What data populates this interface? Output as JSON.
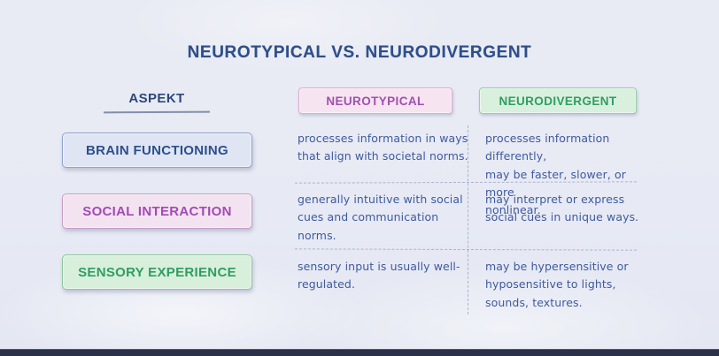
{
  "page": {
    "title": "NEUROTYPICAL VS. NEURODIVERGENT"
  },
  "colors": {
    "background": "#e9ebf4",
    "title_text": "#2f4f8b",
    "body_text": "#3f5a9e",
    "divider": "#9fabc2",
    "bottom_bar": "#2b3149",
    "neurotypical_accent": "#a14fb0",
    "neurotypical_bg": "#f7e4f1",
    "neurodivergent_accent": "#2f9e63",
    "neurodivergent_bg": "#d9f0de",
    "aspect_blue_accent": "#2d4f8c",
    "aspect_blue_bg": "#dfe5f3"
  },
  "table": {
    "aspect_header": "ASPEKT",
    "columns": [
      {
        "label": "NEUROTYPICAL"
      },
      {
        "label": "NEURODIVERGENT"
      }
    ],
    "rows": [
      {
        "aspect": "BRAIN FUNCTIONING",
        "neurotypical": "processes information in ways\nthat align with societal norms.",
        "neurodivergent": "processes information differently,\nmay be faster, slower, or more\nnonlinear."
      },
      {
        "aspect": "SOCIAL INTERACTION",
        "neurotypical": "generally intuitive with social\ncues and communication\nnorms.",
        "neurodivergent": "may interpret or express\nsocial cues in unique ways."
      },
      {
        "aspect": "SENSORY EXPERIENCE",
        "neurotypical": "sensory input is usually well-\nregulated.",
        "neurodivergent": "may be hypersensitive or\nhyposensitive to lights,\nsounds, textures."
      }
    ]
  }
}
